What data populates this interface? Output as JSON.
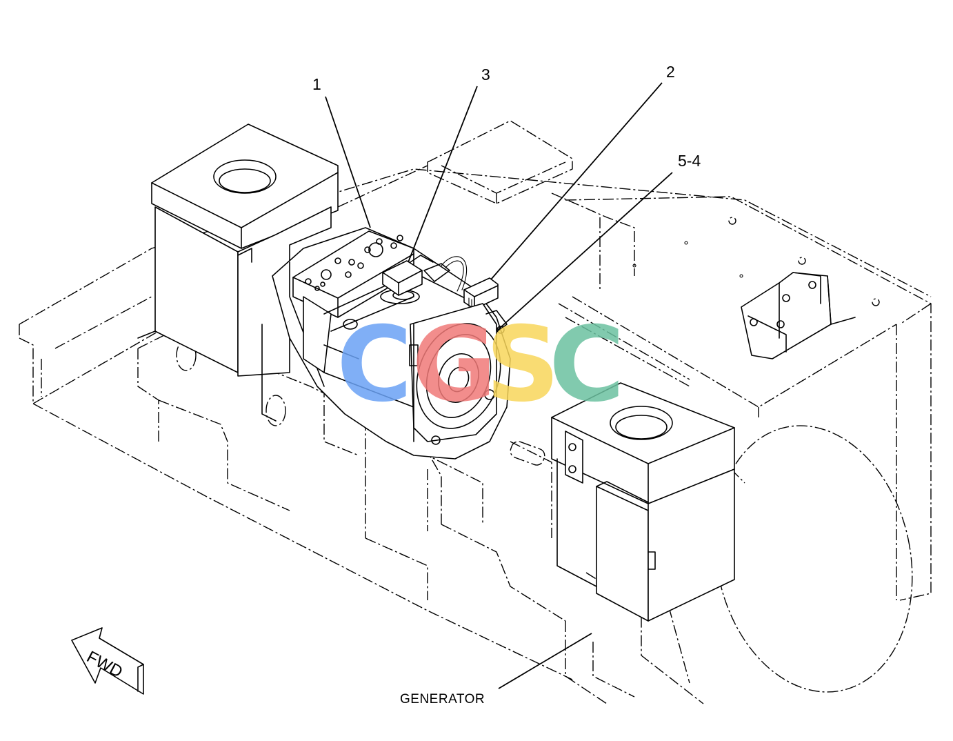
{
  "callouts": {
    "c1": "1",
    "c2": "2",
    "c3": "3",
    "c54": "5-4"
  },
  "labels": {
    "generator": "GENERATOR",
    "fwd": "FWD"
  },
  "watermark": {
    "letters": [
      "C",
      "G",
      "S",
      "C"
    ],
    "colors": [
      "#6aa2f5",
      "#f07a78",
      "#f8d65b",
      "#6cc1a0"
    ]
  }
}
